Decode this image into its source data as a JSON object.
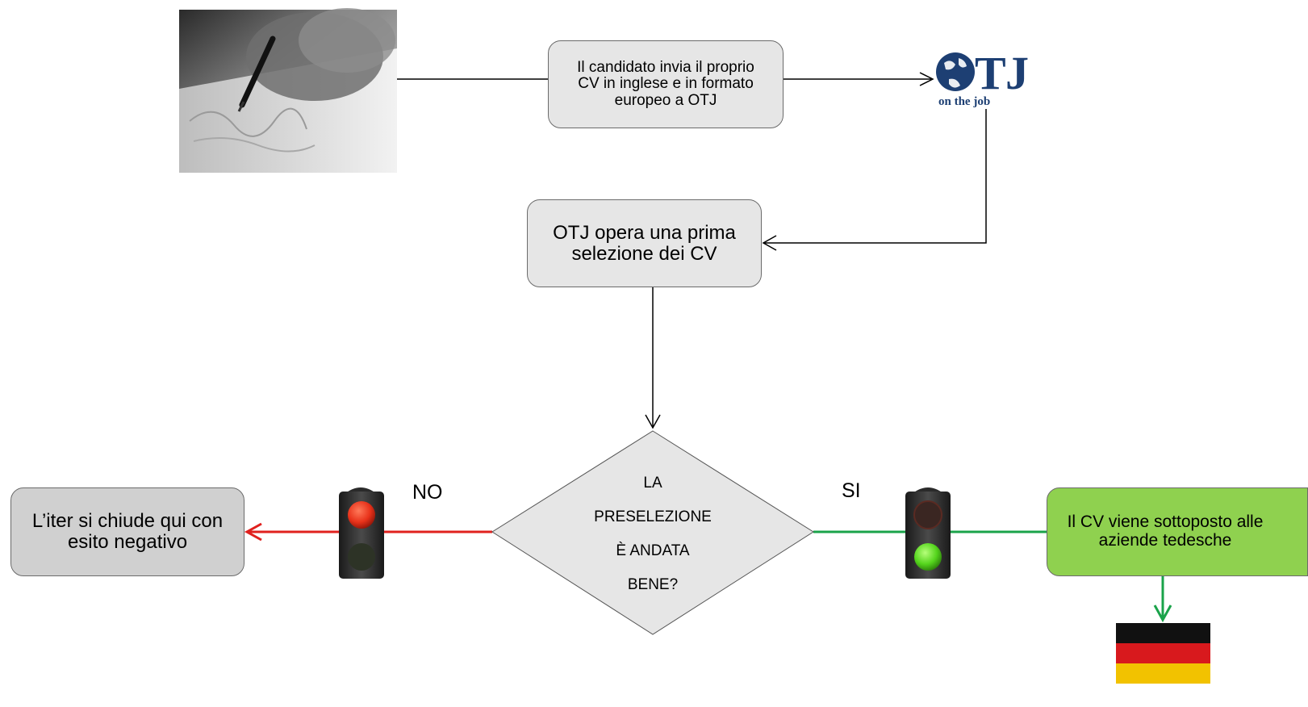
{
  "steps": {
    "send_cv": "Il candidato invia il proprio CV in inglese e in formato europeo a OTJ",
    "first_selection": "OTJ opera una prima selezione dei CV",
    "negative_outcome": "L’iter si chiude qui con esito negativo",
    "submitted": "Il CV viene sottoposto alle aziende tedesche"
  },
  "decision": {
    "lines": [
      "LA",
      "PRESELEZIONE",
      "È ANDATA",
      "BENE?"
    ],
    "no_label": "NO",
    "yes_label": "SI"
  },
  "logo": {
    "letters": "OTJ",
    "tagline": "on the job"
  },
  "colors": {
    "box_fill": "#e6e6e6",
    "negative_fill": "#d0d0d0",
    "positive_fill": "#8fd14f",
    "no_line": "#e0211e",
    "yes_line": "#1aa34a",
    "logo": "#1d3f73"
  },
  "icons": {
    "photo": "hand-writing-signature-photo",
    "logo": "otj-globe-logo",
    "red_light": "traffic-light-red-icon",
    "green_light": "traffic-light-green-icon",
    "flag": "germany-flag-icon"
  }
}
